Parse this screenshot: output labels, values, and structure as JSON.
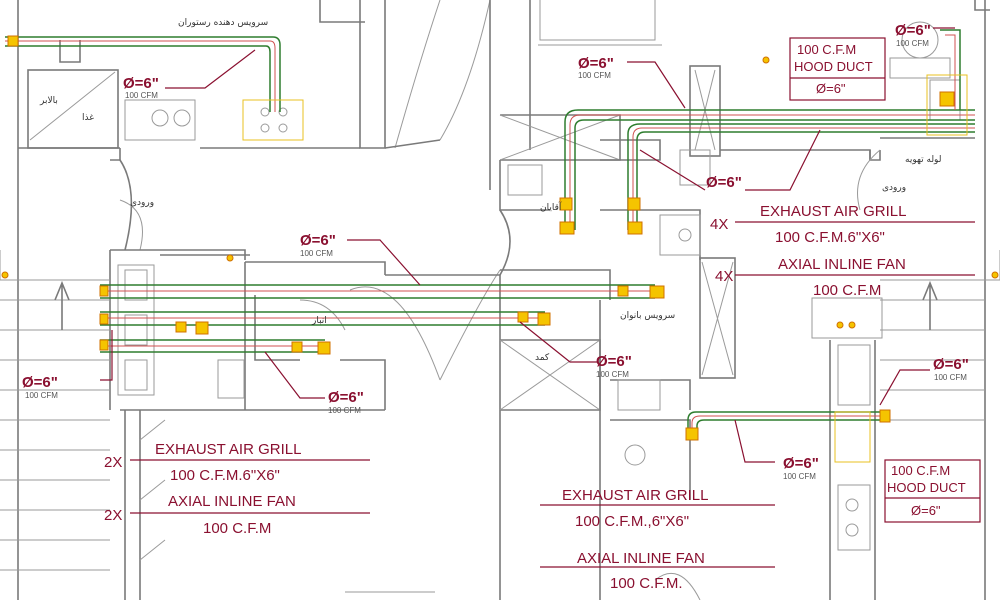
{
  "labels": {
    "dia": "Ø=6\"",
    "cfm": "100 CFM",
    "cfm_box": "100 C.F.M",
    "hood_duct": "HOOD DUCT",
    "grill_title": "EXHAUST AIR GRILL",
    "grill_spec": "100 C.F.M.6\"X6\"",
    "grill_spec_center": "100 C.F.M.,6\"X6\"",
    "fan_title": "AXIAL INLINE FAN",
    "fan_spec": "100 C.F.M",
    "fan_spec_center": "100 C.F.M.",
    "qty_2x": "2X",
    "qty_4x": "4X"
  },
  "persian": {
    "restaurant_wc": "سرویس دهنده رستوران",
    "entrance": "ورودی",
    "balcony": "بالابر",
    "food": "غذا",
    "vent_pipe": "لوله تهویه",
    "ladies_wc": "سرویس بانوان",
    "gents": "آقایان",
    "storage": "انبار",
    "room": "کمد"
  },
  "colors": {
    "duct_green": "#2e7d2e",
    "duct_red": "#d05050",
    "label_maroon": "#8a1030",
    "fan_yellow": "#f5c400"
  }
}
